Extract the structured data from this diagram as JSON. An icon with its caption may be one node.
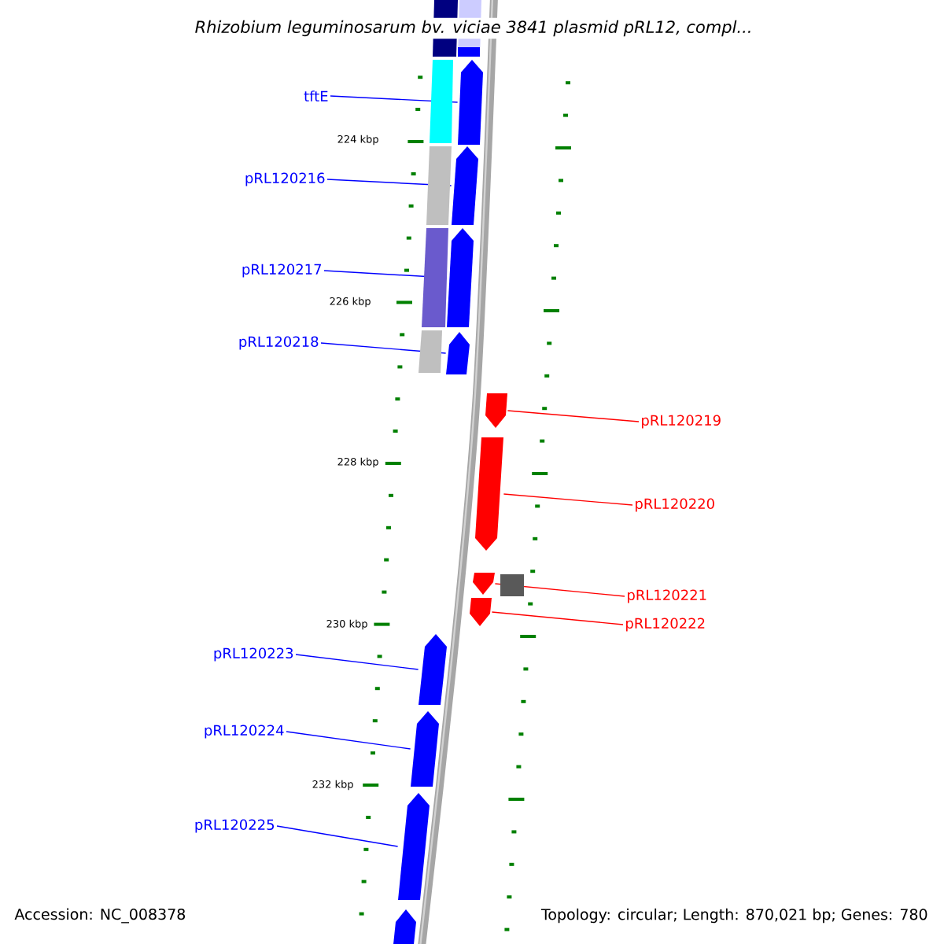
{
  "diagram": {
    "title": "Rhizobium leguminosarum bv. viciae 3841 plasmid pRL12, compl...",
    "nodes": [
      {
        "text": [
          "tftE"
        ]
      },
      {
        "text": [
          "pRL120216"
        ]
      },
      {
        "text": [
          "pRL120217"
        ]
      },
      {
        "text": [
          "pRL120218"
        ]
      },
      {
        "text": [
          "pRL120219"
        ]
      },
      {
        "text": [
          "pRL120220"
        ]
      },
      {
        "text": [
          "pRL120221"
        ]
      },
      {
        "text": [
          "pRL120222"
        ]
      },
      {
        "text": [
          "pRL120223"
        ]
      },
      {
        "text": [
          "pRL120224"
        ]
      },
      {
        "text": [
          "pRL120225"
        ]
      },
      {
        "text": [],
        "shape": "arrow"
      },
      {
        "text": [],
        "shape": "arrow"
      },
      {
        "text": [],
        "shape": "arrow"
      },
      {
        "text": [],
        "shape": "arrow"
      },
      {
        "text": [],
        "shape": "arrow"
      },
      {
        "text": [],
        "shape": "arrow"
      },
      {
        "text": [],
        "shape": "arrow"
      },
      {
        "text": [],
        "shape": "arrow"
      },
      {
        "text": [],
        "shape": "arrow"
      },
      {
        "text": [],
        "shape": "arrow"
      },
      {
        "text": [],
        "shape": "arrow"
      },
      {
        "text": [],
        "shape": "arrow"
      },
      {
        "text": [],
        "shape": "arrow"
      }
    ],
    "edges": [
      {
        "from": 0,
        "to": 12,
        "arrow": "none"
      },
      {
        "from": 1,
        "to": 13,
        "arrow": "none"
      },
      {
        "from": 2,
        "to": 14,
        "arrow": "none"
      },
      {
        "from": 3,
        "to": 15,
        "arrow": "none"
      },
      {
        "from": 4,
        "to": 16,
        "arrow": "none",
        "color": "#ff0000"
      },
      {
        "from": 5,
        "to": 17,
        "arrow": "none",
        "color": "#ff0000"
      },
      {
        "from": 6,
        "to": 18,
        "arrow": "none",
        "color": "#ff0000"
      },
      {
        "from": 7,
        "to": 19,
        "arrow": "none",
        "color": "#ff0000"
      },
      {
        "from": 8,
        "to": 20,
        "arrow": "none"
      },
      {
        "from": 9,
        "to": 21,
        "arrow": "none"
      },
      {
        "from": 10,
        "to": 22,
        "arrow": "none"
      }
    ],
    "labels": [
      "224 kbp",
      "226 kbp",
      "228 kbp",
      "230 kbp",
      "232 kbp",
      "Accession: NC_008378",
      "Topology: circular; Length: 870,021 bp; Genes: 780"
    ]
  }
}
